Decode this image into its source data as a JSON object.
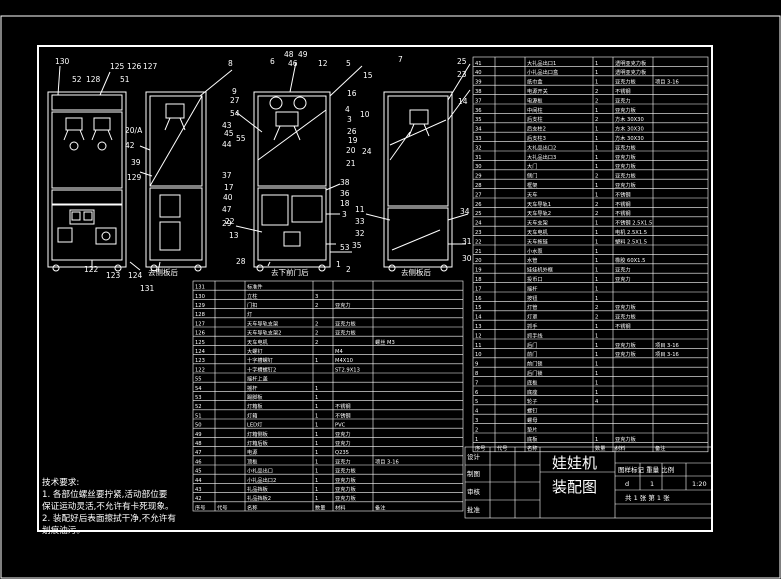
{
  "callouts": [
    "130",
    "52",
    "128",
    "125",
    "126",
    "127",
    "51",
    "20/A",
    "42",
    "39",
    "129",
    "44",
    "122",
    "123",
    "124",
    "131",
    "8",
    "9",
    "45",
    "27",
    "54",
    "43",
    "55",
    "37",
    "17",
    "40",
    "47",
    "29",
    "22",
    "13",
    "28",
    "48",
    "49",
    "46",
    "6",
    "12",
    "5",
    "15",
    "16",
    "4",
    "3",
    "26",
    "19",
    "20",
    "21",
    "24",
    "2",
    "38",
    "36",
    "18",
    "3",
    "53",
    "1",
    "7",
    "25",
    "23",
    "14",
    "10",
    "11",
    "33",
    "32",
    "35",
    "34",
    "31",
    "30",
    "去侧板后",
    "去下前门后",
    "去侧板后"
  ],
  "parts_right": [
    {
      "no": "41",
      "name": "大礼品出口1",
      "qty": "1",
      "mat": "透明亚克力板",
      "note": ""
    },
    {
      "no": "40",
      "name": "小礼品出口盒",
      "qty": "1",
      "mat": "透明亚克力板",
      "note": ""
    },
    {
      "no": "39",
      "name": "纸巾盒",
      "qty": "1",
      "mat": "亚克力板",
      "note": "项目 3-16"
    },
    {
      "no": "38",
      "name": "电源开关",
      "qty": "2",
      "mat": "不锈钢",
      "note": ""
    },
    {
      "no": "37",
      "name": "电源板",
      "qty": "2",
      "mat": "亚克力",
      "note": ""
    },
    {
      "no": "36",
      "name": "中间柱",
      "qty": "1",
      "mat": "亚克力板",
      "note": ""
    },
    {
      "no": "35",
      "name": "后支柱",
      "qty": "2",
      "mat": "方木 30X30",
      "note": ""
    },
    {
      "no": "34",
      "name": "后支柱2",
      "qty": "1",
      "mat": "方木 30X30",
      "note": ""
    },
    {
      "no": "33",
      "name": "后支柱3",
      "qty": "1",
      "mat": "方木 30X30",
      "note": ""
    },
    {
      "no": "32",
      "name": "大礼品出口2",
      "qty": "1",
      "mat": "亚克力板",
      "note": ""
    },
    {
      "no": "31",
      "name": "大礼品出口3",
      "qty": "1",
      "mat": "亚克力板",
      "note": ""
    },
    {
      "no": "30",
      "name": "大门",
      "qty": "1",
      "mat": "亚克力板",
      "note": ""
    },
    {
      "no": "29",
      "name": "侧门",
      "qty": "2",
      "mat": "亚克力板",
      "note": ""
    },
    {
      "no": "28",
      "name": "框架",
      "qty": "1",
      "mat": "亚克力板",
      "note": ""
    },
    {
      "no": "27",
      "name": "天车",
      "qty": "1",
      "mat": "不锈钢",
      "note": ""
    },
    {
      "no": "26",
      "name": "天车导轨1",
      "qty": "2",
      "mat": "不锈钢",
      "note": ""
    },
    {
      "no": "25",
      "name": "天车导轨2",
      "qty": "2",
      "mat": "不锈钢",
      "note": ""
    },
    {
      "no": "24",
      "name": "天车支架",
      "qty": "1",
      "mat": "不锈钢 2.5X1.5",
      "note": ""
    },
    {
      "no": "23",
      "name": "天车电机",
      "qty": "1",
      "mat": "电机 2.5X1.5",
      "note": ""
    },
    {
      "no": "22",
      "name": "天车拖链",
      "qty": "1",
      "mat": "塑料 2.5X1.5",
      "note": ""
    },
    {
      "no": "21",
      "name": "小水泵",
      "qty": "1",
      "mat": "",
      "note": ""
    },
    {
      "no": "20",
      "name": "水管",
      "qty": "1",
      "mat": "橡胶 60X1.5",
      "note": ""
    },
    {
      "no": "19",
      "name": "娃娃机外框",
      "qty": "1",
      "mat": "亚克力",
      "note": ""
    },
    {
      "no": "18",
      "name": "投币口",
      "qty": "1",
      "mat": "亚克力",
      "note": ""
    },
    {
      "no": "17",
      "name": "摇杆",
      "qty": "1",
      "mat": "",
      "note": ""
    },
    {
      "no": "16",
      "name": "按钮",
      "qty": "1",
      "mat": "",
      "note": ""
    },
    {
      "no": "15",
      "name": "灯管",
      "qty": "2",
      "mat": "亚克力板",
      "note": ""
    },
    {
      "no": "14",
      "name": "灯罩",
      "qty": "2",
      "mat": "亚克力板",
      "note": ""
    },
    {
      "no": "13",
      "name": "抓手",
      "qty": "1",
      "mat": "不锈钢",
      "note": ""
    },
    {
      "no": "12",
      "name": "抓手线",
      "qty": "1",
      "mat": "",
      "note": ""
    },
    {
      "no": "11",
      "name": "后门",
      "qty": "1",
      "mat": "亚克力板",
      "note": "项目 3-16"
    },
    {
      "no": "10",
      "name": "前门",
      "qty": "1",
      "mat": "亚克力板",
      "note": "项目 3-16"
    },
    {
      "no": "9",
      "name": "前门锁",
      "qty": "1",
      "mat": "",
      "note": ""
    },
    {
      "no": "8",
      "name": "后门锁",
      "qty": "1",
      "mat": "",
      "note": ""
    },
    {
      "no": "7",
      "name": "底板",
      "qty": "1",
      "mat": "",
      "note": ""
    },
    {
      "no": "6",
      "name": "底座",
      "qty": "1",
      "mat": "",
      "note": ""
    },
    {
      "no": "5",
      "name": "轮子",
      "qty": "4",
      "mat": "",
      "note": ""
    },
    {
      "no": "4",
      "name": "螺钉",
      "qty": "",
      "mat": "",
      "note": ""
    },
    {
      "no": "3",
      "name": "螺母",
      "qty": "",
      "mat": "",
      "note": ""
    },
    {
      "no": "2",
      "name": "垫片",
      "qty": "",
      "mat": "",
      "note": ""
    },
    {
      "no": "1",
      "name": "底板",
      "qty": "1",
      "mat": "亚克力板",
      "note": ""
    }
  ],
  "parts_right_header": {
    "no": "序号",
    "code": "代号",
    "name": "名称",
    "qty": "数量",
    "mat": "材料",
    "note": "备注"
  },
  "parts_mid": [
    {
      "no": "131",
      "name": "标准件",
      "qty": "",
      "mat": "",
      "note": ""
    },
    {
      "no": "130",
      "name": "立柱",
      "qty": "3",
      "mat": "",
      "note": ""
    },
    {
      "no": "129",
      "name": "门扣",
      "qty": "2",
      "mat": "亚克力",
      "note": ""
    },
    {
      "no": "128",
      "name": "灯",
      "qty": "",
      "mat": "",
      "note": ""
    },
    {
      "no": "127",
      "name": "天车导轨支架",
      "qty": "2",
      "mat": "亚克力板",
      "note": ""
    },
    {
      "no": "126",
      "name": "天车导轨支架2",
      "qty": "2",
      "mat": "亚克力板",
      "note": ""
    },
    {
      "no": "125",
      "name": "天车电机",
      "qty": "2",
      "mat": "",
      "note": "螺丝 M3"
    },
    {
      "no": "124",
      "name": "大螺钉",
      "qty": "",
      "mat": "M4",
      "note": ""
    },
    {
      "no": "123",
      "name": "十字槽螺钉",
      "qty": "1",
      "mat": "M4X10",
      "note": ""
    },
    {
      "no": "122",
      "name": "十字槽螺钉2",
      "qty": "",
      "mat": "ST2.9X13",
      "note": ""
    },
    {
      "no": "55",
      "name": "摇杆上盖",
      "qty": "",
      "mat": "",
      "note": ""
    },
    {
      "no": "54",
      "name": "摇杆",
      "qty": "1",
      "mat": "",
      "note": ""
    },
    {
      "no": "53",
      "name": "踢脚板",
      "qty": "1",
      "mat": "",
      "note": ""
    },
    {
      "no": "52",
      "name": "灯箱板",
      "qty": "1",
      "mat": "不锈钢",
      "note": ""
    },
    {
      "no": "51",
      "name": "灯箱",
      "qty": "1",
      "mat": "不锈钢",
      "note": ""
    },
    {
      "no": "50",
      "name": "LED灯",
      "qty": "1",
      "mat": "PVC",
      "note": ""
    },
    {
      "no": "49",
      "name": "灯箱侧板",
      "qty": "1",
      "mat": "亚克力",
      "note": ""
    },
    {
      "no": "48",
      "name": "灯箱后板",
      "qty": "1",
      "mat": "亚克力",
      "note": ""
    },
    {
      "no": "47",
      "name": "电源",
      "qty": "1",
      "mat": "Q235",
      "note": ""
    },
    {
      "no": "46",
      "name": "顶板",
      "qty": "1",
      "mat": "亚克力",
      "note": "项目 3-16"
    },
    {
      "no": "45",
      "name": "小礼品出口",
      "qty": "1",
      "mat": "亚克力板",
      "note": ""
    },
    {
      "no": "44",
      "name": "小礼品出口2",
      "qty": "1",
      "mat": "亚克力板",
      "note": ""
    },
    {
      "no": "43",
      "name": "礼品挡板",
      "qty": "1",
      "mat": "亚克力板",
      "note": ""
    },
    {
      "no": "42",
      "name": "礼品挡板2",
      "qty": "1",
      "mat": "亚克力板",
      "note": ""
    }
  ],
  "parts_mid_header": {
    "no": "序号",
    "code": "代号",
    "name": "名称",
    "qty": "数量",
    "mat": "材料",
    "note": "备注"
  },
  "notes": {
    "title": "技术要求:",
    "lines": [
      "1. 各部位螺丝要拧紧,活动部位要",
      "保证运动灵活,不允许有卡死现象。",
      "2. 装配好后表面擦拭干净,不允许有",
      "划痕油污。"
    ]
  },
  "title_block": {
    "design": "设计",
    "draw": "制图",
    "check": "审核",
    "approve": "批准",
    "name": "娃娃机",
    "drawing_type": "装配图",
    "header": "图样标记 重量 比例",
    "qty": "d",
    "count": "1",
    "scale": "1:20",
    "sheets": "共 1 张  第 1 张"
  },
  "colors": {
    "background": "#000000",
    "lines": "#ffffff"
  }
}
